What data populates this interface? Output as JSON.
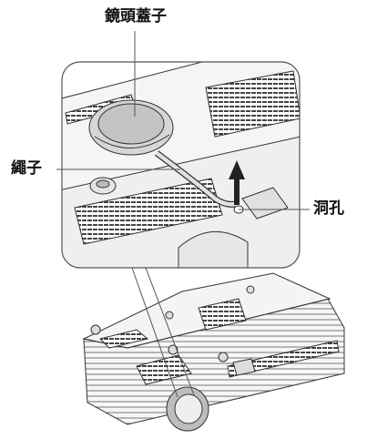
{
  "labels": {
    "lens_cap": "鏡頭蓋子",
    "strap": "繩子",
    "hole": "洞孔"
  },
  "colors": {
    "ink": "#333333",
    "leader": "#555555",
    "fill_light": "#f2f2f2",
    "fill_mid": "#dddddd",
    "fill_dark": "#b5b5b5"
  },
  "icons": [
    "arrow-up-icon"
  ]
}
